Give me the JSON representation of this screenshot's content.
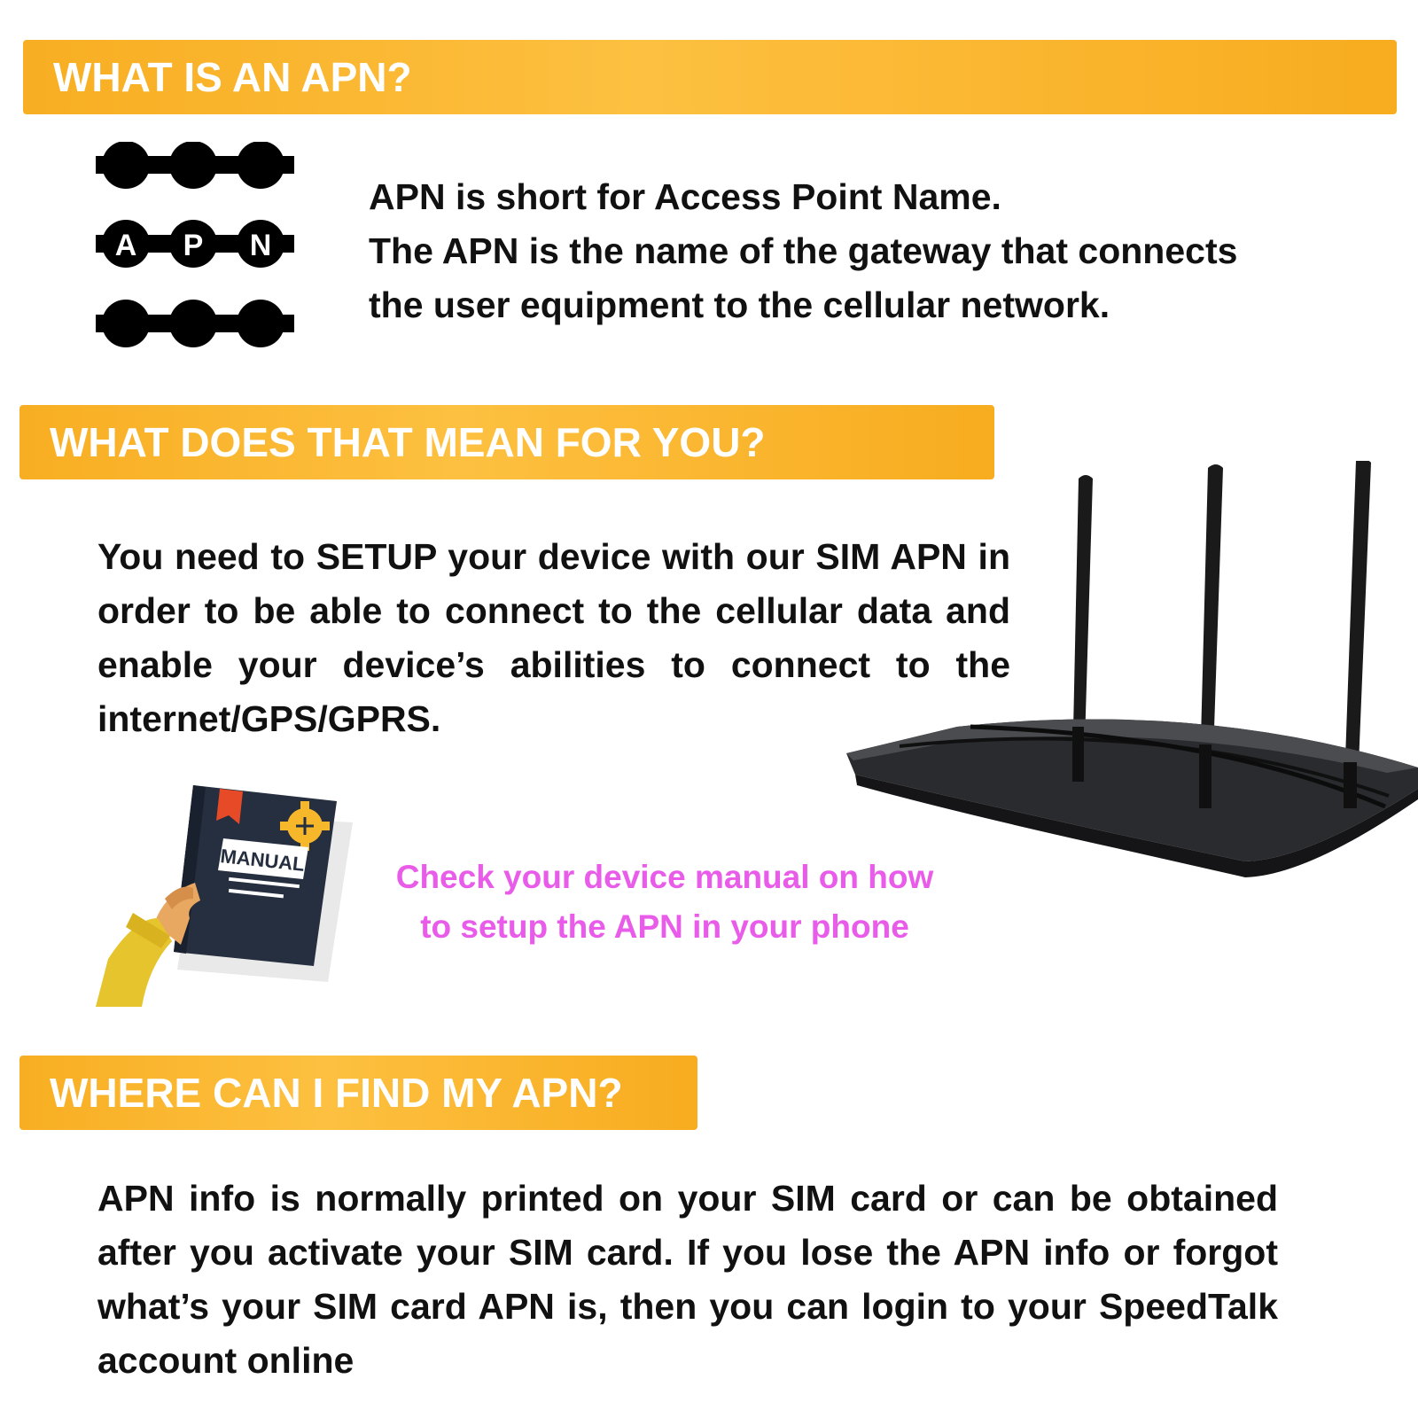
{
  "sections": {
    "what_is": {
      "heading": "WHAT IS AN APN?",
      "lines": [
        "APN is short for Access Point Name.",
        "The APN is the name of the gateway that connects",
        "the user equipment to the cellular network."
      ]
    },
    "meaning": {
      "heading": "WHAT DOES THAT MEAN FOR YOU?",
      "body": "You need to SETUP your device with our SIM APN in order to be able to connect to the cellular data and enable your device’s abilities to connect to the internet/GPS/GPRS.",
      "manual_note_lines": [
        "Check your device manual on how",
        "to setup the APN in your phone"
      ]
    },
    "where": {
      "heading": "WHERE CAN I FIND MY APN?",
      "body": "APN info is normally printed on your SIM card or can be obtained after you activate your SIM card. If you lose the APN info or forgot what’s your SIM card APN is, then you can login to your SpeedTalk account online"
    }
  },
  "logo": {
    "letters": [
      "A",
      "P",
      "N"
    ],
    "icon": "apn-node-icon"
  },
  "illustrations": {
    "manual_book_label": "MANUAL",
    "manual_icon": "manual-book-icon",
    "router_icon": "wifi-router-icon"
  },
  "colors": {
    "banner": "#f8ae22",
    "banner_text": "#ffffff",
    "note_text": "#e95be9",
    "body_text": "#111111"
  }
}
